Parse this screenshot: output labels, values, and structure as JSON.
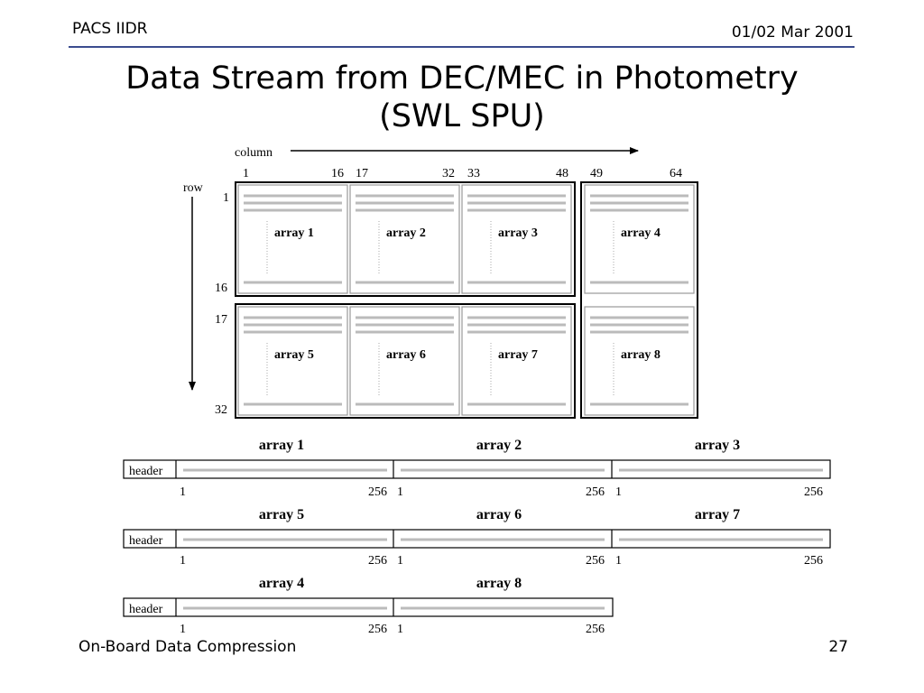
{
  "header": {
    "left": "PACS IIDR",
    "right": "01/02 Mar 2001"
  },
  "title": {
    "line1": "Data Stream from DEC/MEC in Photometry",
    "line2": "(SWL SPU)"
  },
  "footer": {
    "left": "On-Board Data Compression",
    "right": "27"
  },
  "diagram": {
    "column_label": "column",
    "row_label": "row",
    "column_ticks": [
      "1",
      "16",
      "17",
      "32",
      "33",
      "48",
      "49",
      "64"
    ],
    "row_ticks": [
      "1",
      "16",
      "17",
      "32"
    ],
    "arrays": [
      "array 1",
      "array 2",
      "array 3",
      "array 4",
      "array 5",
      "array 6",
      "array 7",
      "array 8"
    ]
  },
  "streams": [
    {
      "labels": [
        "array 1",
        "array 2",
        "array 3"
      ],
      "header": "header",
      "ranges": [
        [
          "1",
          "256"
        ],
        [
          "1",
          "256"
        ],
        [
          "1",
          "256"
        ]
      ]
    },
    {
      "labels": [
        "array 5",
        "array 6",
        "array 7"
      ],
      "header": "header",
      "ranges": [
        [
          "1",
          "256"
        ],
        [
          "1",
          "256"
        ],
        [
          "1",
          "256"
        ]
      ]
    },
    {
      "labels": [
        "array 4",
        "array 8"
      ],
      "header": "header",
      "ranges": [
        [
          "1",
          "256"
        ],
        [
          "1",
          "256"
        ]
      ]
    }
  ]
}
